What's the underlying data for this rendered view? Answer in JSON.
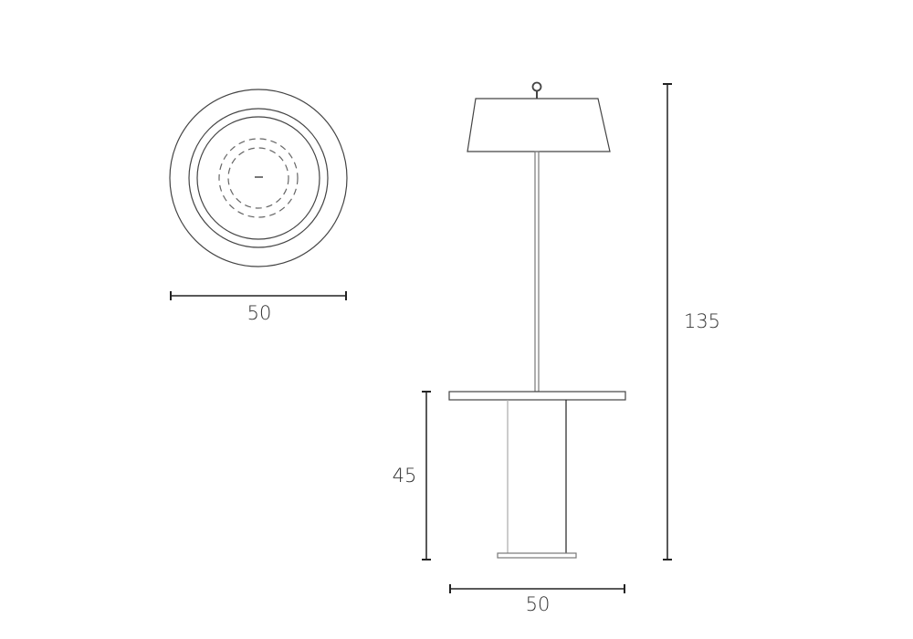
{
  "dimensions": {
    "top_view_width": "50",
    "side_view_width": "50",
    "table_height": "45",
    "total_height": "135"
  },
  "colors": {
    "line": "#333333",
    "light_line": "#999999"
  }
}
